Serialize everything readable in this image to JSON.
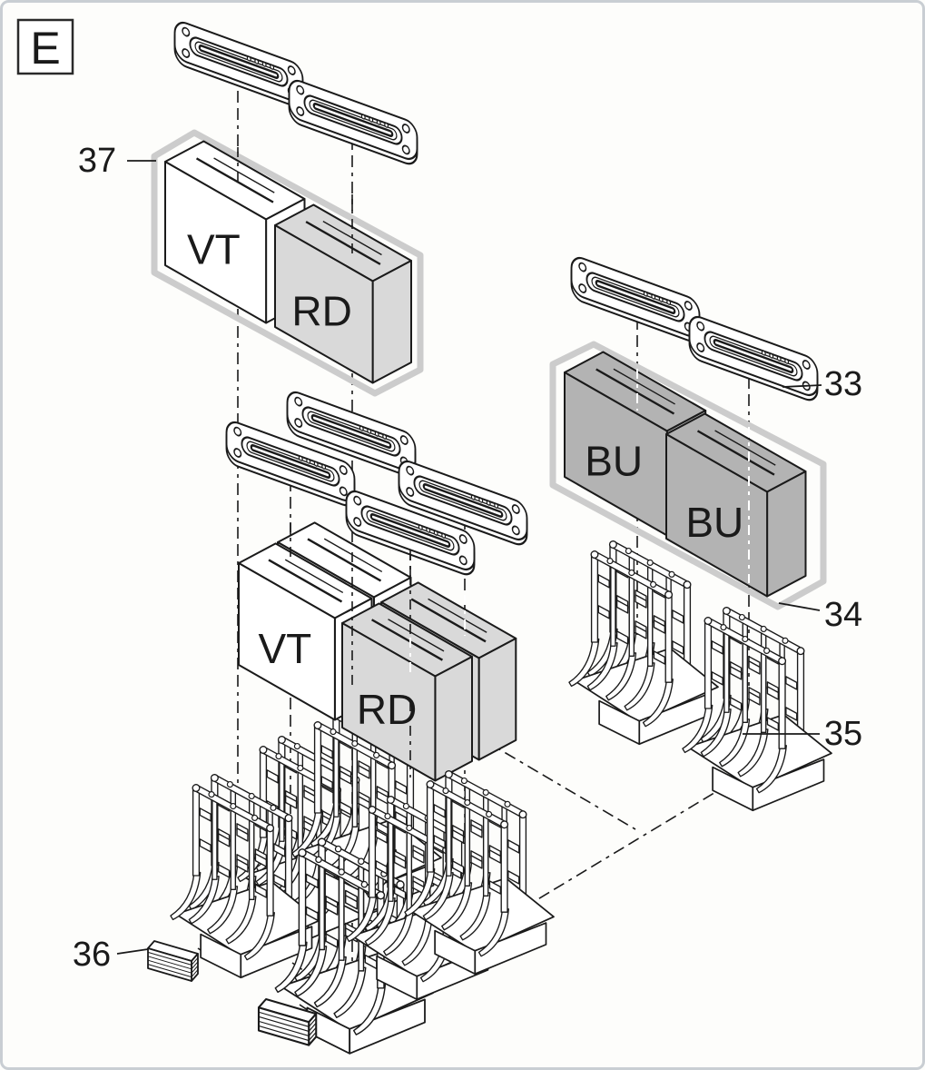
{
  "figure": {
    "letter": "E"
  },
  "callouts": [
    {
      "number": "37"
    },
    {
      "number": "33"
    },
    {
      "number": "34"
    },
    {
      "number": "35"
    },
    {
      "number": "36"
    }
  ],
  "foam_blocks": [
    {
      "id": "vt-top",
      "label": "VT"
    },
    {
      "id": "rd-top",
      "label": "RD"
    },
    {
      "id": "vt-middle",
      "label": "VT"
    },
    {
      "id": "rd-middle",
      "label": "RD"
    },
    {
      "id": "bu-left",
      "label": "BU"
    },
    {
      "id": "bu-right",
      "label": "BU"
    }
  ],
  "colors": {
    "line": "#1a1a1a",
    "foam_vt": "#ffffff",
    "foam_rd": "#d9d9d9",
    "foam_bu": "#b3b3b3",
    "group_highlight": "#cccccc",
    "frame_border": "#c9ced3",
    "canvas": "#fdfdfb"
  }
}
